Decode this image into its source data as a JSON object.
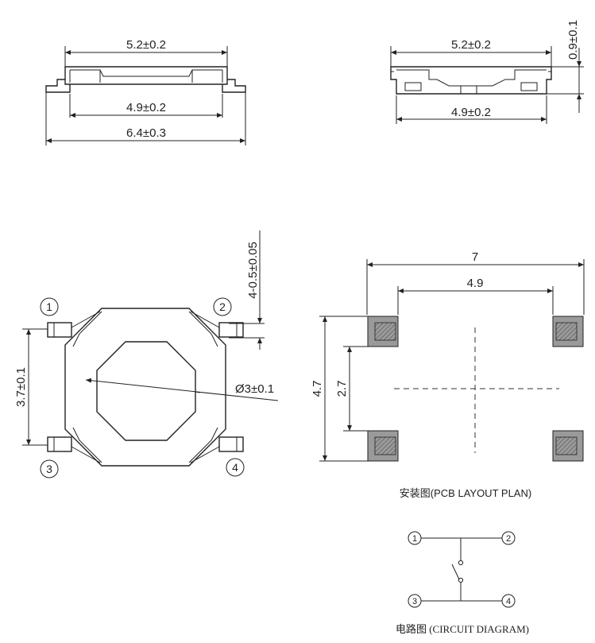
{
  "front_view": {
    "top_width": "5.2±0.2",
    "inner_width": "4.9±0.2",
    "total_width": "6.4±0.3"
  },
  "side_view": {
    "top_width": "5.2±0.2",
    "bottom_width": "4.9±0.2",
    "height": "0.9±0.1"
  },
  "top_view": {
    "pin_width": "4-0.5±0.05",
    "pin_pitch": "3.7±0.1",
    "diameter": "Ø3±0.1",
    "pins": [
      "1",
      "2",
      "3",
      "4"
    ]
  },
  "pcb_layout": {
    "outer_width": "7",
    "inner_width": "4.9",
    "outer_height": "4.7",
    "inner_height": "2.7",
    "caption": "安装图(PCB LAYOUT  PLAN)"
  },
  "circuit": {
    "pins": [
      "1",
      "2",
      "3",
      "4"
    ],
    "caption": "电路图 (CIRCUIT DIAGRAM)"
  }
}
